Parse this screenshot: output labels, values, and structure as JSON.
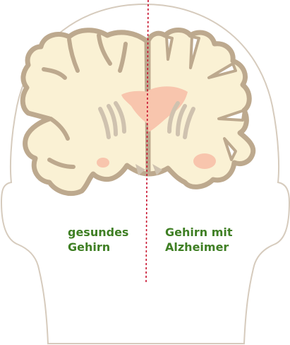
{
  "labels": {
    "healthy": {
      "line1": "gesundes",
      "line2": "Gehirn"
    },
    "alzheimer": {
      "line1": "Gehirn mit",
      "line2": "Alzheimer"
    }
  },
  "colors": {
    "head_outline": "#d6cbbd",
    "brain_border": "#bda98e",
    "brain_fill": "#faf1d4",
    "inner_structures": "#cfc2af",
    "ventricles": "#f8c5ad",
    "divider": "#c8102e",
    "label_text": "#3f7f24"
  }
}
